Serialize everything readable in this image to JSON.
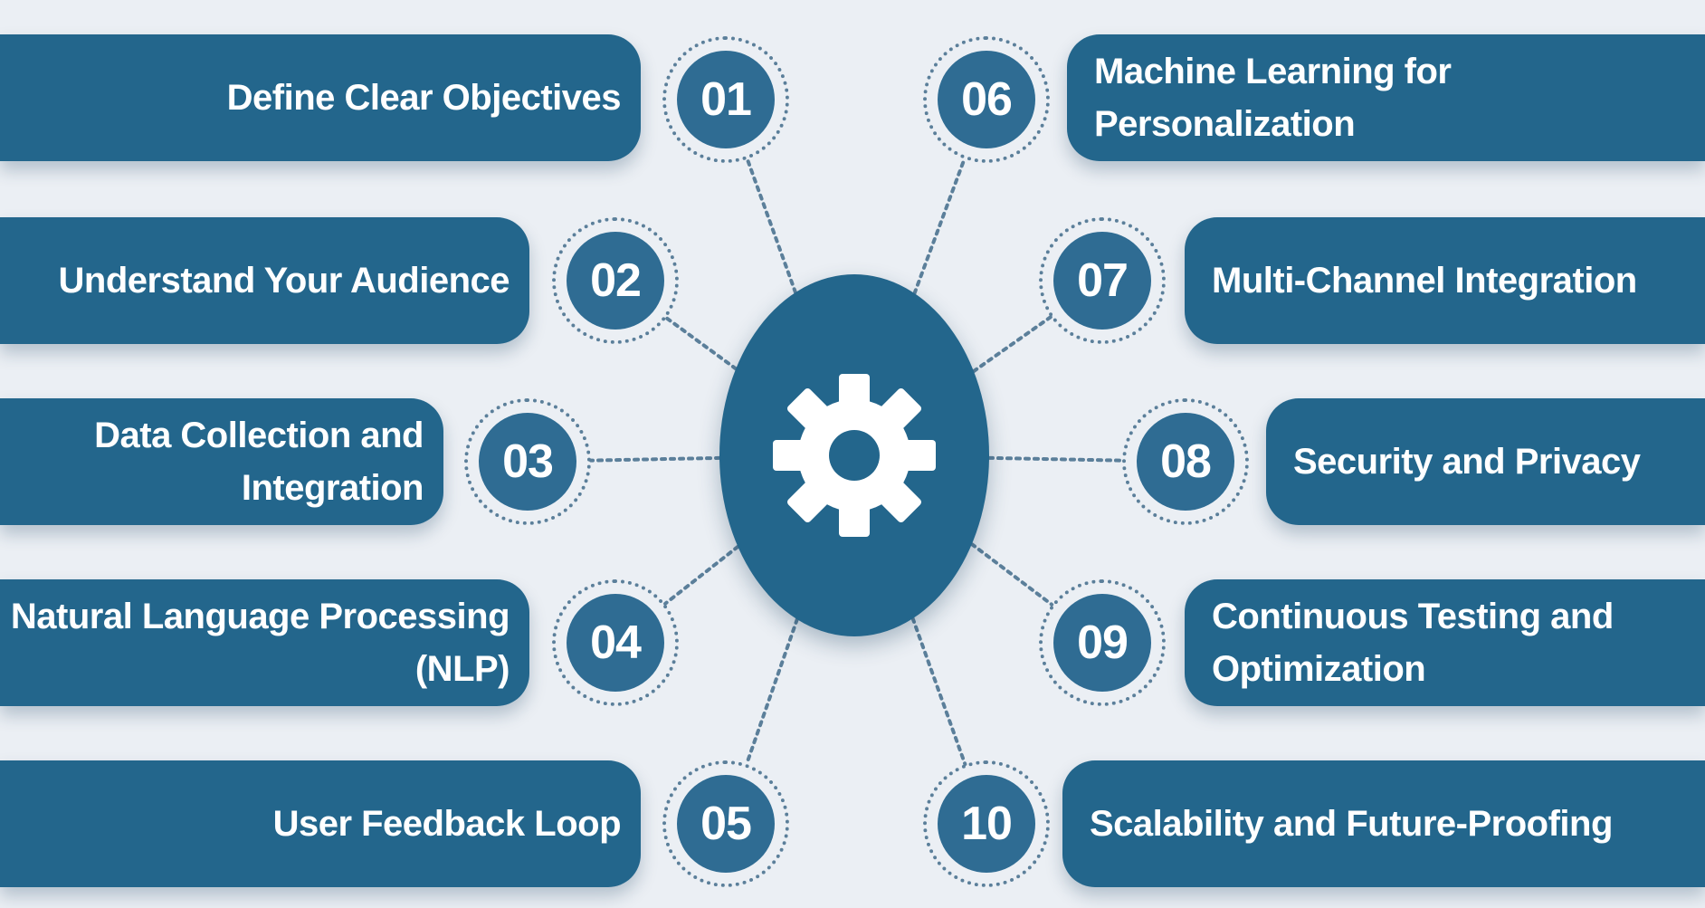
{
  "steps": [
    {
      "number": "01",
      "label": "Define Clear Objectives"
    },
    {
      "number": "02",
      "label": "Understand Your Audience"
    },
    {
      "number": "03",
      "label": "Data Collection and\nIntegration"
    },
    {
      "number": "04",
      "label": "Natural Language Processing\n(NLP)"
    },
    {
      "number": "05",
      "label": "User Feedback Loop"
    },
    {
      "number": "06",
      "label": "Machine Learning for Personalization"
    },
    {
      "number": "07",
      "label": "Multi-Channel Integration"
    },
    {
      "number": "08",
      "label": "Security and Privacy"
    },
    {
      "number": "09",
      "label": "Continuous Testing and\nOptimization"
    },
    {
      "number": "10",
      "label": "Scalability and Future-Proofing"
    }
  ],
  "hub": {
    "icon": "gear-icon"
  },
  "colors": {
    "bar": "#23668c",
    "badge": "#2f6c93",
    "background": "#ebeff4",
    "text": "#ffffff",
    "dots": "#5b7f9a"
  }
}
